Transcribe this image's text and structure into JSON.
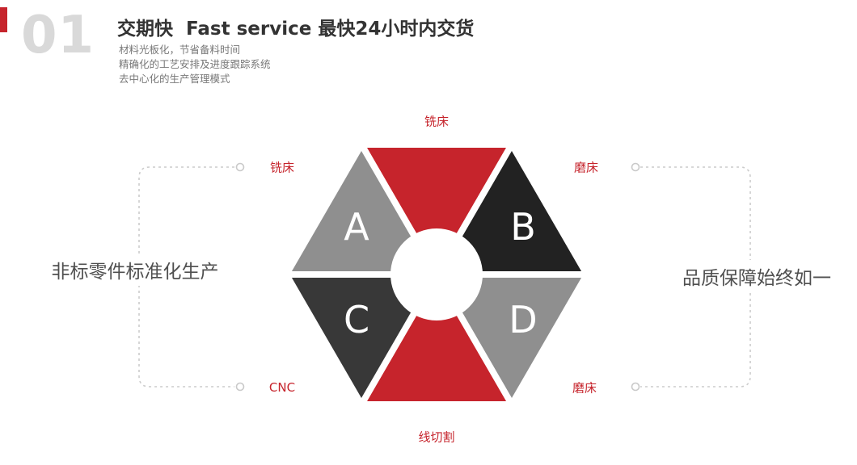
{
  "header": {
    "number": "01",
    "title": "交期快  Fast service 最快24小时内交货",
    "desc_lines": [
      "材料光板化，节省备料时间",
      "精确化的工艺安排及进度跟踪系统",
      "去中心化的生产管理模式"
    ]
  },
  "diagram": {
    "letters": {
      "a": "A",
      "b": "B",
      "c": "C",
      "d": "D"
    },
    "labels": {
      "top": "铣床",
      "upper_left": "铣床",
      "upper_right": "磨床",
      "lower_left": "CNC",
      "lower_right": "磨床",
      "bottom": "线切割"
    },
    "colors": {
      "red": "#c6242c",
      "gray": "#8f8f8f",
      "black": "#222222",
      "charcoal": "#383838",
      "accent": "#c6242c",
      "label_text": "#c6242c",
      "connector": "#cccccc"
    }
  },
  "side_text": {
    "left": "非标零件标准化生产",
    "right": "品质保障始终如一"
  }
}
